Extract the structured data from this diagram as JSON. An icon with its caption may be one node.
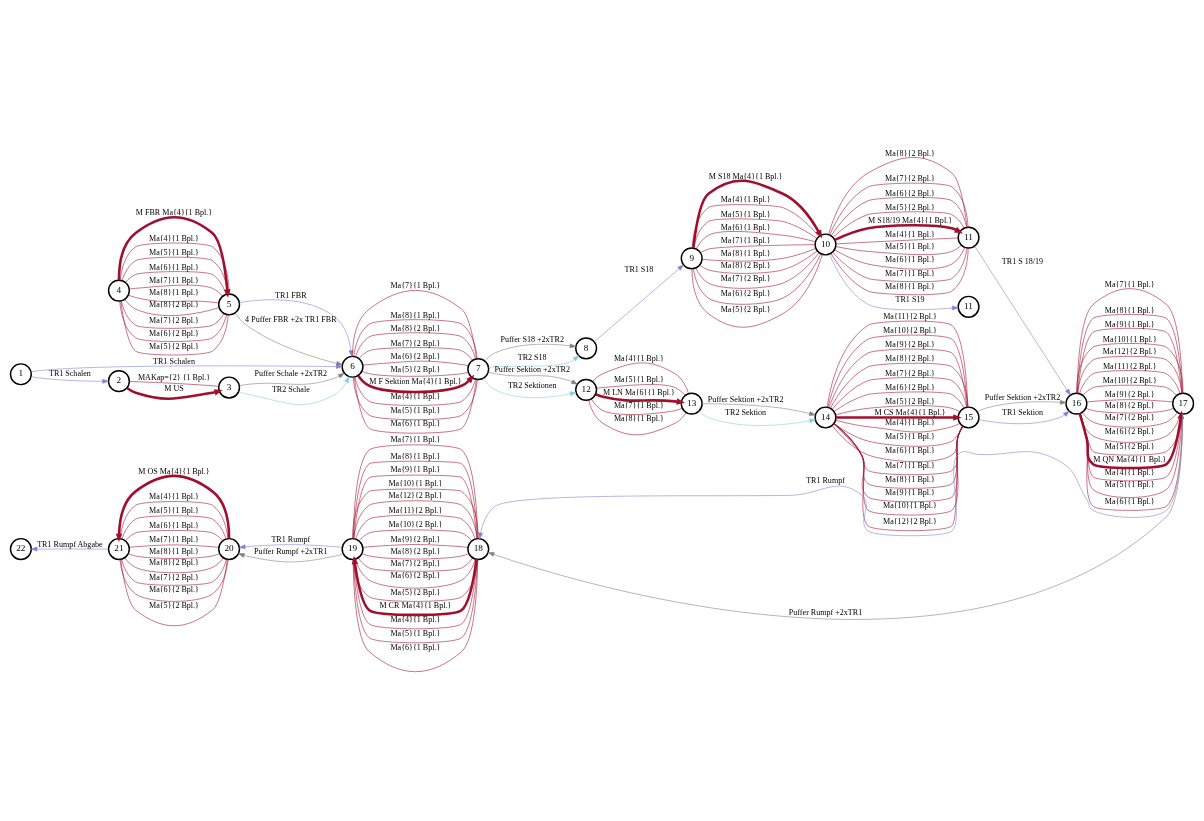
{
  "diagram": {
    "nodes": [
      {
        "text": [
          "1"
        ]
      },
      {
        "text": [
          "2"
        ]
      },
      {
        "text": [
          "3"
        ]
      },
      {
        "text": [
          "4"
        ]
      },
      {
        "text": [
          "5"
        ]
      },
      {
        "text": [
          "6"
        ]
      },
      {
        "text": [
          "7"
        ]
      },
      {
        "text": [
          "8"
        ]
      },
      {
        "text": [
          "9"
        ]
      },
      {
        "text": [
          "10"
        ]
      },
      {
        "text": [
          "11"
        ]
      },
      {
        "text": [
          "11"
        ]
      },
      {
        "text": [
          "12"
        ]
      },
      {
        "text": [
          "13"
        ]
      },
      {
        "text": [
          "14"
        ]
      },
      {
        "text": [
          "15"
        ]
      },
      {
        "text": [
          "16"
        ]
      },
      {
        "text": [
          "17"
        ]
      },
      {
        "text": [
          "18"
        ]
      },
      {
        "text": [
          "19"
        ]
      },
      {
        "text": [
          "20"
        ]
      },
      {
        "text": [
          "21"
        ]
      },
      {
        "text": [
          "22"
        ]
      }
    ],
    "edges": [
      {
        "from": 0,
        "to": 1,
        "arrow": "to",
        "label": "TR1 Schalen",
        "color": "#7f7fd8"
      },
      {
        "from": 0,
        "to": 5,
        "arrow": "to",
        "label": "TR1 Schalen",
        "color": "#7f7fd8"
      },
      {
        "from": 1,
        "to": 2,
        "arrow": "to",
        "label": "M US",
        "style": "thick"
      },
      {
        "from": 1,
        "to": 2,
        "arrow": "none",
        "label": "MAKap={2} {1 Bpl.}"
      },
      {
        "from": 2,
        "to": 5,
        "arrow": "to",
        "label": "Puffer Schale +2xTR2",
        "color": "#808080"
      },
      {
        "from": 2,
        "to": 5,
        "arrow": "to",
        "label": "TR2 Schale",
        "color": "#80d0e0"
      },
      {
        "from": 3,
        "to": 4,
        "arrow": "none",
        "label": "Ma{8}{2 Bpl.}"
      },
      {
        "from": 3,
        "to": 4,
        "arrow": "none",
        "label": "Ma{7}{2 Bpl.}"
      },
      {
        "from": 3,
        "to": 4,
        "arrow": "none",
        "label": "Ma{6}{2 Bpl.}"
      },
      {
        "from": 3,
        "to": 4,
        "arrow": "none",
        "label": "Ma{5}{2 Bpl.}"
      },
      {
        "from": 3,
        "to": 4,
        "arrow": "to",
        "label": "M FBR Ma{4}{1 Bpl.}",
        "style": "thick"
      },
      {
        "from": 3,
        "to": 4,
        "arrow": "none",
        "label": "Ma{4}{1 Bpl.}"
      },
      {
        "from": 3,
        "to": 4,
        "arrow": "none",
        "label": "Ma{5}{1 Bpl.}"
      },
      {
        "from": 3,
        "to": 4,
        "arrow": "none",
        "label": "Ma{6}{1 Bpl.}"
      },
      {
        "from": 3,
        "to": 4,
        "arrow": "none",
        "label": "Ma{7}{1 Bpl.}"
      },
      {
        "from": 3,
        "to": 4,
        "arrow": "none",
        "label": "Ma{8}{1 Bpl.}"
      },
      {
        "from": 4,
        "to": 5,
        "arrow": "to",
        "label": "4 Puffer FBR +2x TR1 FBR",
        "color": "#808080"
      },
      {
        "from": 4,
        "to": 5,
        "arrow": "to",
        "label": "TR1 FBR",
        "color": "#7f7fd8"
      },
      {
        "from": 5,
        "to": 6,
        "arrow": "none",
        "label": "Ma{8}{2 Bpl.}"
      },
      {
        "from": 5,
        "to": 6,
        "arrow": "none",
        "label": "Ma{7}{2 Bpl.}"
      },
      {
        "from": 5,
        "to": 6,
        "arrow": "none",
        "label": "Ma{6}{2 Bpl.}"
      },
      {
        "from": 5,
        "to": 6,
        "arrow": "none",
        "label": "Ma{5}{2 Bpl.}"
      },
      {
        "from": 5,
        "to": 6,
        "arrow": "to",
        "label": "M F Sektion Ma{4}{1 Bpl.}",
        "style": "thick"
      },
      {
        "from": 5,
        "to": 6,
        "arrow": "none",
        "label": "Ma{4}{1 Bpl.}"
      },
      {
        "from": 5,
        "to": 6,
        "arrow": "none",
        "label": "Ma{5}{1 Bpl.}"
      },
      {
        "from": 5,
        "to": 6,
        "arrow": "none",
        "label": "Ma{6}{1 Bpl.}"
      },
      {
        "from": 5,
        "to": 6,
        "arrow": "none",
        "label": "Ma{7}{1 Bpl.}"
      },
      {
        "from": 5,
        "to": 6,
        "arrow": "none",
        "label": "Ma{8}{1 Bpl.}"
      },
      {
        "from": 6,
        "to": 12,
        "arrow": "to",
        "label": "Puffer Sektion +2xTR2",
        "color": "#808080"
      },
      {
        "from": 6,
        "to": 12,
        "arrow": "to",
        "label": "TR2 Sektionen",
        "color": "#80d0e0"
      },
      {
        "from": 6,
        "to": 7,
        "arrow": "to",
        "label": "Puffer S18 +2xTR2",
        "color": "#808080"
      },
      {
        "from": 6,
        "to": 7,
        "arrow": "to",
        "label": "TR2 S18",
        "color": "#80d0e0"
      },
      {
        "from": 12,
        "to": 13,
        "arrow": "none",
        "label": "Ma{4}{1 Bpl.}"
      },
      {
        "from": 12,
        "to": 13,
        "arrow": "none",
        "label": "Ma{5}{1 Bpl.}"
      },
      {
        "from": 12,
        "to": 13,
        "arrow": "to",
        "label": "M LN Ma{6}{1 Bpl.}",
        "style": "thick"
      },
      {
        "from": 12,
        "to": 13,
        "arrow": "none",
        "label": "Ma{7}{1 Bpl.}"
      },
      {
        "from": 12,
        "to": 13,
        "arrow": "none",
        "label": "Ma{8}{1 Bpl.}"
      },
      {
        "from": 13,
        "to": 14,
        "arrow": "to",
        "label": "Puffer Sektion +2xTR2",
        "color": "#808080"
      },
      {
        "from": 13,
        "to": 14,
        "arrow": "to",
        "label": "TR2 Sektion",
        "color": "#80d0e0"
      },
      {
        "from": 14,
        "to": 15,
        "arrow": "none",
        "label": "Ma{12}{2 Bpl.}"
      },
      {
        "from": 14,
        "to": 15,
        "arrow": "none",
        "label": "Ma{11}{2 Bpl.}"
      },
      {
        "from": 14,
        "to": 15,
        "arrow": "none",
        "label": "Ma{10}{2 Bpl.}"
      },
      {
        "from": 14,
        "to": 15,
        "arrow": "none",
        "label": "Ma{9}{2 Bpl.}"
      },
      {
        "from": 14,
        "to": 15,
        "arrow": "none",
        "label": "Ma{8}{2 Bpl.}"
      },
      {
        "from": 14,
        "to": 15,
        "arrow": "none",
        "label": "Ma{7}{2 Bpl.}"
      },
      {
        "from": 14,
        "to": 15,
        "arrow": "none",
        "label": "Ma{6}{2 Bpl.}"
      },
      {
        "from": 14,
        "to": 15,
        "arrow": "none",
        "label": "Ma{5}{2 Bpl.}"
      },
      {
        "from": 14,
        "to": 15,
        "arrow": "to",
        "label": "M CS Ma{4}{1 Bpl.}",
        "style": "thick"
      },
      {
        "from": 14,
        "to": 15,
        "arrow": "none",
        "label": "Ma{4}{1 Bpl.}"
      },
      {
        "from": 14,
        "to": 15,
        "arrow": "none",
        "label": "Ma{5}{1 Bpl.}"
      },
      {
        "from": 14,
        "to": 15,
        "arrow": "none",
        "label": "Ma{6}{1 Bpl.}"
      },
      {
        "from": 14,
        "to": 15,
        "arrow": "none",
        "label": "Ma{7}{1 Bpl.}"
      },
      {
        "from": 14,
        "to": 15,
        "arrow": "none",
        "label": "Ma{8}{1 Bpl.}"
      },
      {
        "from": 14,
        "to": 15,
        "arrow": "none",
        "label": "Ma{9}{1 Bpl.}"
      },
      {
        "from": 14,
        "to": 15,
        "arrow": "none",
        "label": "Ma{10}{1 Bpl.}"
      },
      {
        "from": 15,
        "to": 16,
        "arrow": "to",
        "label": "Puffer Sektion +2xTR2",
        "color": "#808080"
      },
      {
        "from": 15,
        "to": 16,
        "arrow": "to",
        "label": "TR1 Sektion",
        "color": "#7f7fd8"
      },
      {
        "from": 16,
        "to": 17,
        "arrow": "none",
        "label": "Ma{12}{2 Bpl.}"
      },
      {
        "from": 16,
        "to": 17,
        "arrow": "none",
        "label": "Ma{11}{2 Bpl.}"
      },
      {
        "from": 16,
        "to": 17,
        "arrow": "none",
        "label": "Ma{10}{2 Bpl.}"
      },
      {
        "from": 16,
        "to": 17,
        "arrow": "none",
        "label": "Ma{9}{2 Bpl.}"
      },
      {
        "from": 16,
        "to": 17,
        "arrow": "none",
        "label": "Ma{8}{2 Bpl.}"
      },
      {
        "from": 16,
        "to": 17,
        "arrow": "none",
        "label": "Ma{7}{2 Bpl.}"
      },
      {
        "from": 16,
        "to": 17,
        "arrow": "none",
        "label": "Ma{6}{2 Bpl.}"
      },
      {
        "from": 16,
        "to": 17,
        "arrow": "none",
        "label": "Ma{5}{2 Bpl.}"
      },
      {
        "from": 16,
        "to": 17,
        "arrow": "to",
        "label": "M QN Ma{4}{1 Bpl.}",
        "style": "thick"
      },
      {
        "from": 16,
        "to": 17,
        "arrow": "none",
        "label": "Ma{4}{1 Bpl.}"
      },
      {
        "from": 16,
        "to": 17,
        "arrow": "none",
        "label": "Ma{5}{1 Bpl.}"
      },
      {
        "from": 16,
        "to": 17,
        "arrow": "none",
        "label": "Ma{6}{1 Bpl.}"
      },
      {
        "from": 16,
        "to": 17,
        "arrow": "none",
        "label": "Ma{7}{1 Bpl.}"
      },
      {
        "from": 16,
        "to": 17,
        "arrow": "none",
        "label": "Ma{8}{1 Bpl.}"
      },
      {
        "from": 16,
        "to": 17,
        "arrow": "none",
        "label": "Ma{9}{1 Bpl.}"
      },
      {
        "from": 16,
        "to": 17,
        "arrow": "none",
        "label": "Ma{10}{1 Bpl.}"
      },
      {
        "from": 7,
        "to": 8,
        "arrow": "to",
        "label": "TR1 S18",
        "color": "#7f7fd8"
      },
      {
        "from": 8,
        "to": 9,
        "arrow": "none",
        "label": "Ma{8}{2 Bpl.}"
      },
      {
        "from": 8,
        "to": 9,
        "arrow": "none",
        "label": "Ma{7}{2 Bpl.}"
      },
      {
        "from": 8,
        "to": 9,
        "arrow": "none",
        "label": "Ma{6}{2 Bpl.}"
      },
      {
        "from": 8,
        "to": 9,
        "arrow": "none",
        "label": "Ma{5}{2 Bpl.}"
      },
      {
        "from": 8,
        "to": 9,
        "arrow": "to",
        "label": "M S18 Ma{4}{1 Bpl.}",
        "style": "thick"
      },
      {
        "from": 8,
        "to": 9,
        "arrow": "none",
        "label": "Ma{4}{1 Bpl.}"
      },
      {
        "from": 8,
        "to": 9,
        "arrow": "none",
        "label": "Ma{5}{1 Bpl.}"
      },
      {
        "from": 8,
        "to": 9,
        "arrow": "none",
        "label": "Ma{6}{1 Bpl.}"
      },
      {
        "from": 8,
        "to": 9,
        "arrow": "none",
        "label": "Ma{7}{1 Bpl.}"
      },
      {
        "from": 8,
        "to": 9,
        "arrow": "none",
        "label": "Ma{8}{1 Bpl.}"
      },
      {
        "from": 9,
        "to": 10,
        "arrow": "none",
        "label": "Ma{8}{2 Bpl.}"
      },
      {
        "from": 9,
        "to": 10,
        "arrow": "none",
        "label": "Ma{7}{2 Bpl.}"
      },
      {
        "from": 9,
        "to": 10,
        "arrow": "none",
        "label": "Ma{6}{2 Bpl.}"
      },
      {
        "from": 9,
        "to": 10,
        "arrow": "none",
        "label": "Ma{5}{2 Bpl.}"
      },
      {
        "from": 9,
        "to": 10,
        "arrow": "to",
        "label": "M S18/19 Ma{4}{1 Bpl.}",
        "style": "thick"
      },
      {
        "from": 9,
        "to": 10,
        "arrow": "none",
        "label": "Ma{4}{1 Bpl.}"
      },
      {
        "from": 9,
        "to": 10,
        "arrow": "none",
        "label": "Ma{5}{1 Bpl.}"
      },
      {
        "from": 9,
        "to": 10,
        "arrow": "none",
        "label": "Ma{6}{1 Bpl.}"
      },
      {
        "from": 9,
        "to": 10,
        "arrow": "none",
        "label": "Ma{7}{1 Bpl.}"
      },
      {
        "from": 9,
        "to": 10,
        "arrow": "none",
        "label": "Ma{8}{1 Bpl.}"
      },
      {
        "from": 9,
        "to": 11,
        "arrow": "to",
        "label": "TR1 S19",
        "color": "#7f7fd8"
      },
      {
        "from": 10,
        "to": 16,
        "arrow": "to",
        "label": "TR1 S 18/19",
        "color": "#7f7fd8"
      },
      {
        "from": 17,
        "to": 18,
        "arrow": "to",
        "label": "TR1 Rumpf",
        "color": "#7f7fd8"
      },
      {
        "from": 17,
        "to": 18,
        "arrow": "to",
        "label": "Puffer Rumpf +2xTR1",
        "color": "#808080"
      },
      {
        "from": 18,
        "to": 19,
        "arrow": "none",
        "label": "Ma{12}{2 Bpl.}"
      },
      {
        "from": 18,
        "to": 19,
        "arrow": "none",
        "label": "Ma{11}{2 Bpl.}"
      },
      {
        "from": 18,
        "to": 19,
        "arrow": "none",
        "label": "Ma{10}{2 Bpl.}"
      },
      {
        "from": 18,
        "to": 19,
        "arrow": "none",
        "label": "Ma{9}{2 Bpl.}"
      },
      {
        "from": 18,
        "to": 19,
        "arrow": "none",
        "label": "Ma{8}{2 Bpl.}"
      },
      {
        "from": 18,
        "to": 19,
        "arrow": "none",
        "label": "Ma{7}{2 Bpl.}"
      },
      {
        "from": 18,
        "to": 19,
        "arrow": "none",
        "label": "Ma{6}{2 Bpl.}"
      },
      {
        "from": 18,
        "to": 19,
        "arrow": "none",
        "label": "Ma{5}{2 Bpl.}"
      },
      {
        "from": 18,
        "to": 19,
        "arrow": "to",
        "label": "M CR Ma{4}{1 Bpl.}",
        "style": "thick"
      },
      {
        "from": 18,
        "to": 19,
        "arrow": "none",
        "label": "Ma{4}{1 Bpl.}"
      },
      {
        "from": 18,
        "to": 19,
        "arrow": "none",
        "label": "Ma{5}{1 Bpl.}"
      },
      {
        "from": 18,
        "to": 19,
        "arrow": "none",
        "label": "Ma{6}{1 Bpl.}"
      },
      {
        "from": 18,
        "to": 19,
        "arrow": "none",
        "label": "Ma{7}{1 Bpl.}"
      },
      {
        "from": 18,
        "to": 19,
        "arrow": "none",
        "label": "Ma{8}{1 Bpl.}"
      },
      {
        "from": 18,
        "to": 19,
        "arrow": "none",
        "label": "Ma{9}{1 Bpl.}"
      },
      {
        "from": 18,
        "to": 19,
        "arrow": "none",
        "label": "Ma{10}{1 Bpl.}"
      },
      {
        "from": 19,
        "to": 20,
        "arrow": "to",
        "label": "TR1 Rumpf",
        "color": "#7f7fd8"
      },
      {
        "from": 19,
        "to": 20,
        "arrow": "to",
        "label": "Puffer Rumpf +2xTR1",
        "color": "#808080"
      },
      {
        "from": 20,
        "to": 21,
        "arrow": "none",
        "label": "Ma{8}{2 Bpl.}"
      },
      {
        "from": 20,
        "to": 21,
        "arrow": "none",
        "label": "Ma{7}{2 Bpl.}"
      },
      {
        "from": 20,
        "to": 21,
        "arrow": "none",
        "label": "Ma{6}{2 Bpl.}"
      },
      {
        "from": 20,
        "to": 21,
        "arrow": "none",
        "label": "Ma{5}{2 Bpl.}"
      },
      {
        "from": 20,
        "to": 21,
        "arrow": "to",
        "label": "M OS Ma{4}{1 Bpl.}",
        "style": "thick"
      },
      {
        "from": 20,
        "to": 21,
        "arrow": "none",
        "label": "Ma{4}{1 Bpl.}"
      },
      {
        "from": 20,
        "to": 21,
        "arrow": "none",
        "label": "Ma{5}{1 Bpl.}"
      },
      {
        "from": 20,
        "to": 21,
        "arrow": "none",
        "label": "Ma{6}{1 Bpl.}"
      },
      {
        "from": 20,
        "to": 21,
        "arrow": "none",
        "label": "Ma{7}{1 Bpl.}"
      },
      {
        "from": 20,
        "to": 21,
        "arrow": "none",
        "label": "Ma{8}{1 Bpl.}"
      },
      {
        "from": 21,
        "to": 22,
        "arrow": "to",
        "label": "TR1 Rumpf Abgabe",
        "color": "#7f7fd8"
      }
    ]
  }
}
